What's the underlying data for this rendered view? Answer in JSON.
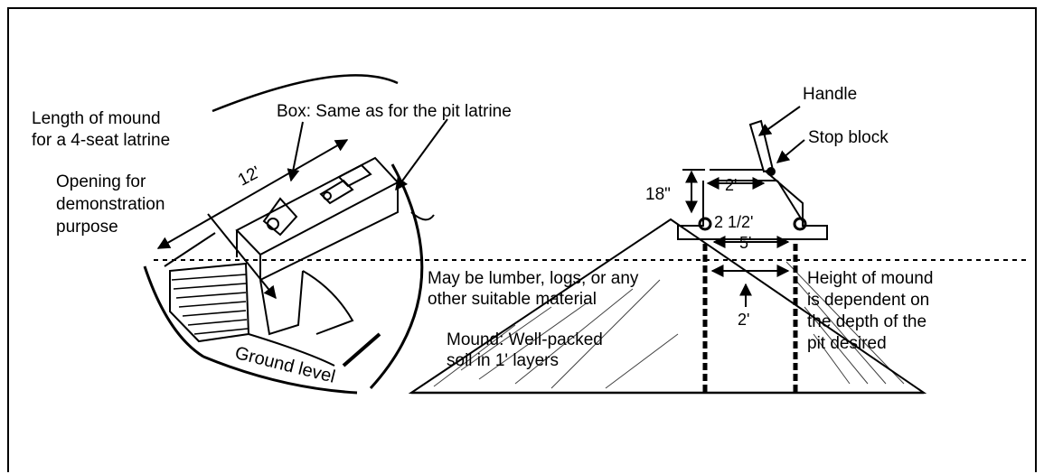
{
  "left_view": {
    "mound_length_line1": "Length of mound",
    "mound_length_line2": "for a 4-seat latrine",
    "box_label": "Box: Same as for the pit latrine",
    "opening_line1": "Opening for",
    "opening_line2": "demonstration",
    "opening_line3": "purpose",
    "dim_length": "12'",
    "ground_level": "Ground level"
  },
  "right_view": {
    "handle": "Handle",
    "stop_block": "Stop block",
    "dim_height": "18\"",
    "dim_seat_width": "2'",
    "dim_hole": "2 1/2'",
    "dim_span": "5'",
    "dim_pit": "2'",
    "lumber_line1": "May be lumber, logs, or any",
    "lumber_line2": "other suitable material",
    "mound_height_line1": "Height of mound",
    "mound_height_line2": "is dependent on",
    "mound_height_line3": "the depth of the",
    "mound_height_line4": "pit desired",
    "mound_soil_line1": "Mound: Well-packed",
    "mound_soil_line2": "soil in 1' layers"
  },
  "colors": {
    "ink": "#000000",
    "background": "#ffffff"
  }
}
